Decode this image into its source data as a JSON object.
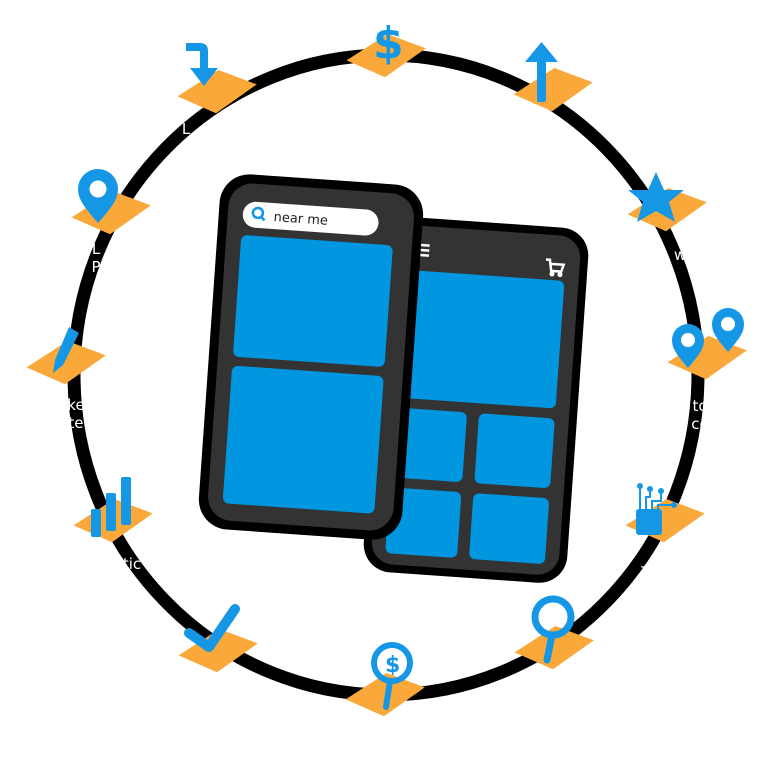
{
  "colors": {
    "ring": "#000000",
    "platform": "#FBA83A",
    "icon_blue": "#1597E5",
    "tile_blue": "#0096E0",
    "phone_body": "#333333",
    "phone_border": "#000000",
    "label_text": "#ffffff",
    "background": "#ffffff"
  },
  "phones": {
    "left": {
      "search_bar": {
        "icon": "search-icon",
        "value": "near me"
      },
      "tiles": 2
    },
    "right": {
      "header": {
        "menu_icon": "hamburger-menu-icon",
        "cart_icon": "shopping-cart-icon"
      },
      "tiles": 5
    }
  },
  "ring_nodes": [
    {
      "id": "top",
      "icon": "dollar-sign-icon",
      "label_line1": "",
      "label_line2": ""
    },
    {
      "id": "top-right",
      "icon": "arrow-up-icon",
      "label_line1": "",
      "label_line2": ""
    },
    {
      "id": "right-upper",
      "icon": "star-icon",
      "label_line1": "ws",
      "label_line2": ""
    },
    {
      "id": "right",
      "icon": "double-map-pin-icon",
      "label_line1": "to",
      "label_line2": "co"
    },
    {
      "id": "right-lower",
      "icon": "ai-chip-icon",
      "label_line1": "-A",
      "label_line2": ""
    },
    {
      "id": "bottom-right",
      "icon": "magnifier-icon",
      "label_line1": "",
      "label_line2": ""
    },
    {
      "id": "bottom",
      "icon": "dollar-magnifier-icon",
      "label_line1": "",
      "label_line2": ""
    },
    {
      "id": "bottom-left",
      "icon": "checkmark-icon",
      "label_line1": "",
      "label_line2": ""
    },
    {
      "id": "left-lower",
      "icon": "bar-chart-icon",
      "label_line1": "tic",
      "label_line2": ""
    },
    {
      "id": "left",
      "icon": "pencil-icon",
      "label_line1": "ke",
      "label_line2": "te"
    },
    {
      "id": "left-upper",
      "icon": "map-pin-icon",
      "label_line1": "L",
      "label_line2": "P"
    },
    {
      "id": "top-left",
      "icon": "turn-down-arrow-icon",
      "label_line1": "L",
      "label_line2": ""
    }
  ]
}
